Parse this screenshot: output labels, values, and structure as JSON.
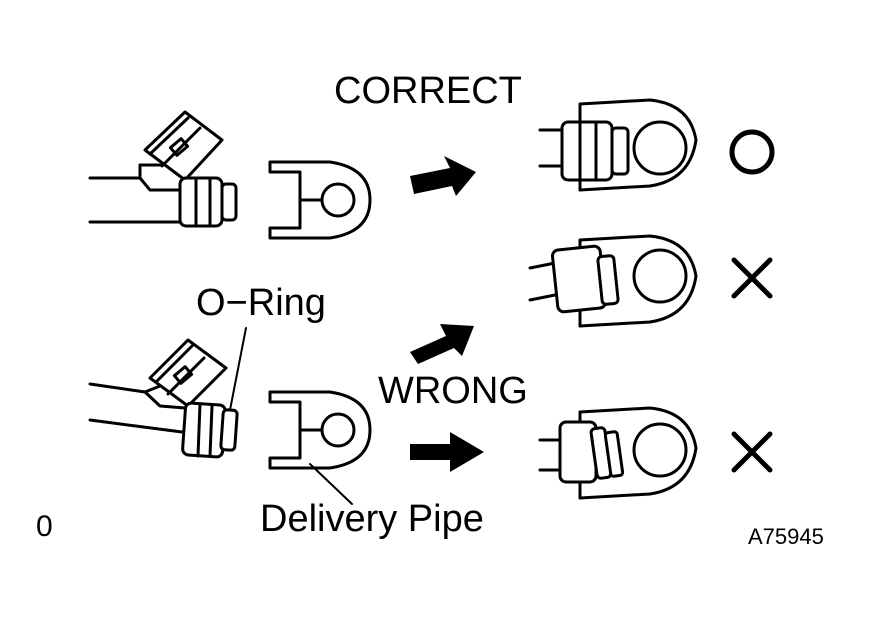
{
  "labels": {
    "correct": "CORRECT",
    "wrong": "WRONG",
    "o_ring": "O−Ring",
    "delivery_pipe": "Delivery Pipe",
    "corner_mark": "0",
    "figure_id": "A75945"
  },
  "icons": {
    "correct_mark": "circle-icon",
    "wrong_mark": "cross-icon",
    "arrow": "arrow-right-icon"
  }
}
